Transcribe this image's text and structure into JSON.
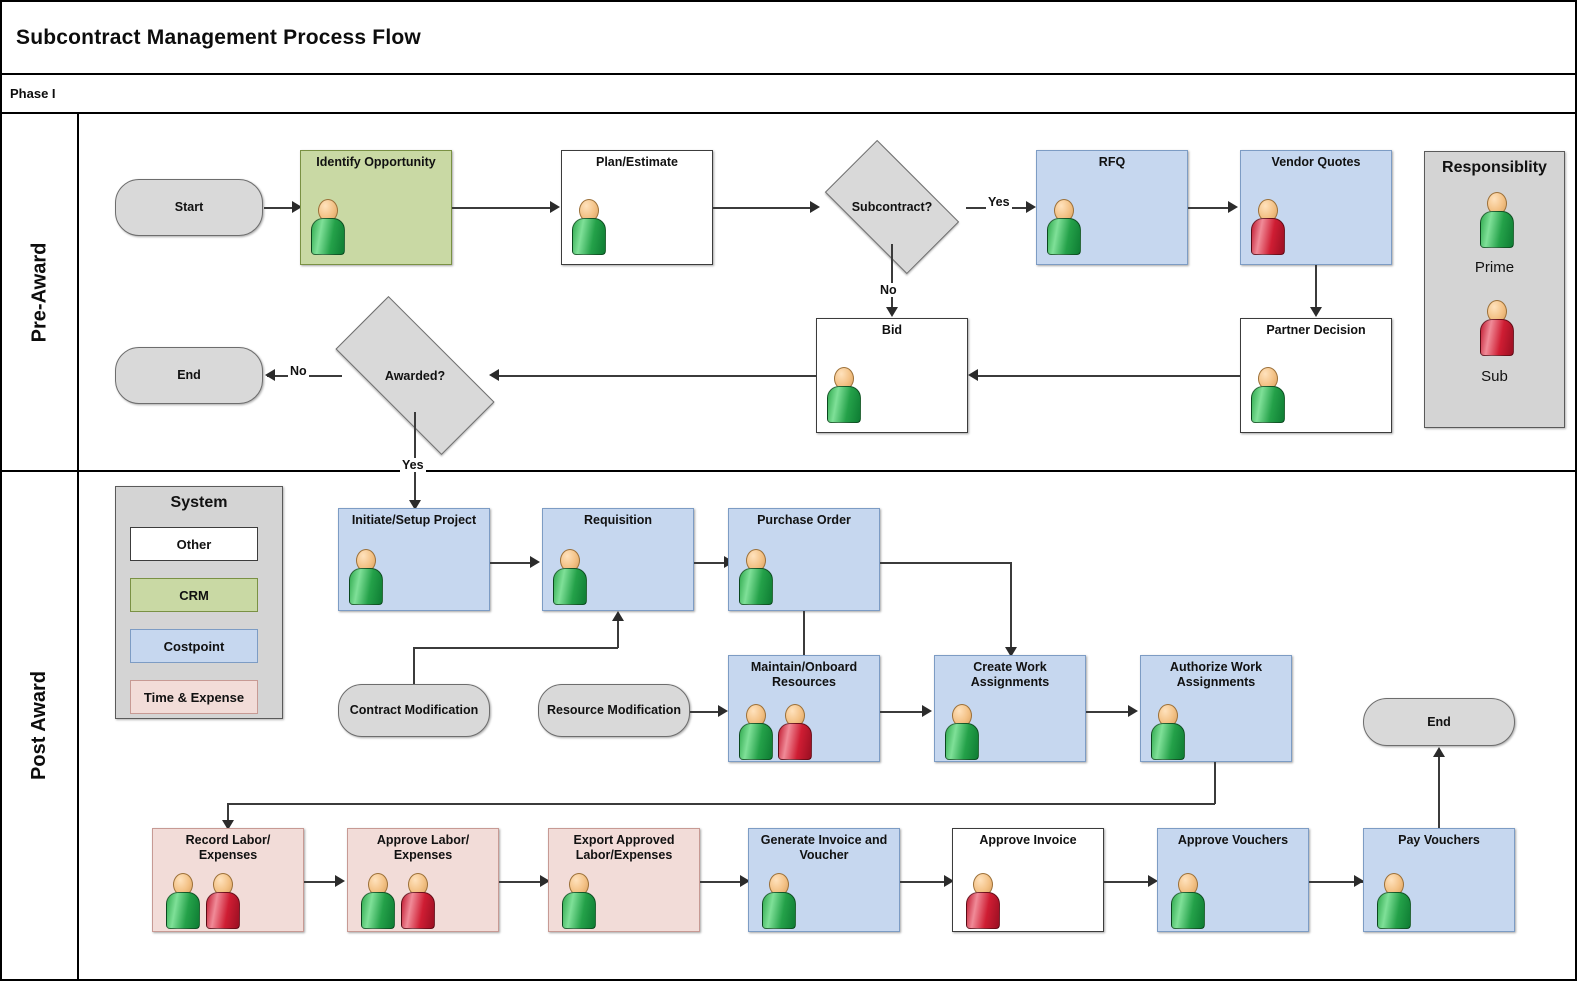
{
  "header": {
    "title": "Subcontract Management Process Flow",
    "phase": "Phase I"
  },
  "lanes": [
    {
      "id": "pre",
      "label": "Pre-Award"
    },
    {
      "id": "post",
      "label": "Post Award"
    }
  ],
  "legends": {
    "responsibility": {
      "title": "Responsiblity",
      "items": [
        {
          "label": "Prime",
          "color_role": "green"
        },
        {
          "label": "Sub",
          "color_role": "red"
        }
      ]
    },
    "system": {
      "title": "System",
      "items": [
        {
          "label": "Other",
          "color": "#ffffff"
        },
        {
          "label": "CRM",
          "color": "#c9d9a4"
        },
        {
          "label": "Costpoint",
          "color": "#c6d7ef"
        },
        {
          "label": "Time & Expense",
          "color": "#f2dcd8"
        }
      ]
    }
  },
  "colors": {
    "crm": "#c9d9a4",
    "costpoint": "#c6d7ef",
    "time_expense": "#f2dcd8",
    "other": "#ffffff",
    "terminator": "#d9d9d9",
    "decision": "#d9d9d9",
    "prime": "#24a149",
    "sub": "#cf1d33",
    "connector": "#3b3b3b"
  },
  "nodes": {
    "start": {
      "label": "Start",
      "shape": "terminator",
      "system": "other",
      "lane": "pre",
      "actors": []
    },
    "identify": {
      "label": "Identify Opportunity",
      "shape": "process",
      "system": "crm",
      "lane": "pre",
      "actors": [
        "prime"
      ]
    },
    "plan_estimate": {
      "label": "Plan/Estimate",
      "shape": "process",
      "system": "other",
      "lane": "pre",
      "actors": [
        "prime"
      ]
    },
    "subcontract_q": {
      "label": "Subcontract?",
      "shape": "decision",
      "system": "decision",
      "lane": "pre",
      "actors": []
    },
    "rfq": {
      "label": "RFQ",
      "shape": "process",
      "system": "costpoint",
      "lane": "pre",
      "actors": [
        "prime"
      ]
    },
    "vendor_quotes": {
      "label": "Vendor Quotes",
      "shape": "process",
      "system": "costpoint",
      "lane": "pre",
      "actors": [
        "sub"
      ]
    },
    "partner_decision": {
      "label": "Partner Decision",
      "shape": "process",
      "system": "other",
      "lane": "pre",
      "actors": [
        "prime"
      ]
    },
    "bid": {
      "label": "Bid",
      "shape": "process",
      "system": "other",
      "lane": "pre",
      "actors": [
        "prime"
      ]
    },
    "awarded_q": {
      "label": "Awarded?",
      "shape": "decision",
      "system": "decision",
      "lane": "pre",
      "actors": []
    },
    "end_pre": {
      "label": "End",
      "shape": "terminator",
      "system": "other",
      "lane": "pre",
      "actors": []
    },
    "initiate": {
      "label": "Initiate/Setup Project",
      "shape": "process",
      "system": "costpoint",
      "lane": "post",
      "actors": [
        "prime"
      ]
    },
    "requisition": {
      "label": "Requisition",
      "shape": "process",
      "system": "costpoint",
      "lane": "post",
      "actors": [
        "prime"
      ]
    },
    "purchase_order": {
      "label": "Purchase Order",
      "shape": "process",
      "system": "costpoint",
      "lane": "post",
      "actors": [
        "prime"
      ]
    },
    "contract_mod": {
      "label": "Contract Modification",
      "shape": "terminator",
      "system": "other",
      "lane": "post",
      "actors": []
    },
    "resource_mod": {
      "label": "Resource Modification",
      "shape": "terminator",
      "system": "other",
      "lane": "post",
      "actors": []
    },
    "maintain": {
      "label": "Maintain/Onboard Resources",
      "shape": "process",
      "system": "costpoint",
      "lane": "post",
      "actors": [
        "prime",
        "sub"
      ]
    },
    "create_work": {
      "label": "Create Work Assignments",
      "shape": "process",
      "system": "costpoint",
      "lane": "post",
      "actors": [
        "prime"
      ]
    },
    "authorize_work": {
      "label": "Authorize Work Assignments",
      "shape": "process",
      "system": "costpoint",
      "lane": "post",
      "actors": [
        "prime"
      ]
    },
    "end_post": {
      "label": "End",
      "shape": "terminator",
      "system": "other",
      "lane": "post",
      "actors": []
    },
    "record_labor": {
      "label": "Record Labor/ Expenses",
      "shape": "process",
      "system": "time_expense",
      "lane": "post",
      "actors": [
        "prime",
        "sub"
      ]
    },
    "approve_labor": {
      "label": "Approve Labor/ Expenses",
      "shape": "process",
      "system": "time_expense",
      "lane": "post",
      "actors": [
        "prime",
        "sub"
      ]
    },
    "export_labor": {
      "label": "Export Approved Labor/Expenses",
      "shape": "process",
      "system": "time_expense",
      "lane": "post",
      "actors": [
        "prime"
      ]
    },
    "generate_invoice": {
      "label": "Generate Invoice and Voucher",
      "shape": "process",
      "system": "costpoint",
      "lane": "post",
      "actors": [
        "prime"
      ]
    },
    "approve_invoice": {
      "label": "Approve Invoice",
      "shape": "process",
      "system": "other",
      "lane": "post",
      "actors": [
        "sub"
      ]
    },
    "approve_vouchers": {
      "label": "Approve Vouchers",
      "shape": "process",
      "system": "costpoint",
      "lane": "post",
      "actors": [
        "prime"
      ]
    },
    "pay_vouchers": {
      "label": "Pay Vouchers",
      "shape": "process",
      "system": "costpoint",
      "lane": "post",
      "actors": [
        "prime"
      ]
    }
  },
  "edge_labels": {
    "subcontract_yes": "Yes",
    "subcontract_no": "No",
    "awarded_no": "No",
    "awarded_yes": "Yes"
  }
}
